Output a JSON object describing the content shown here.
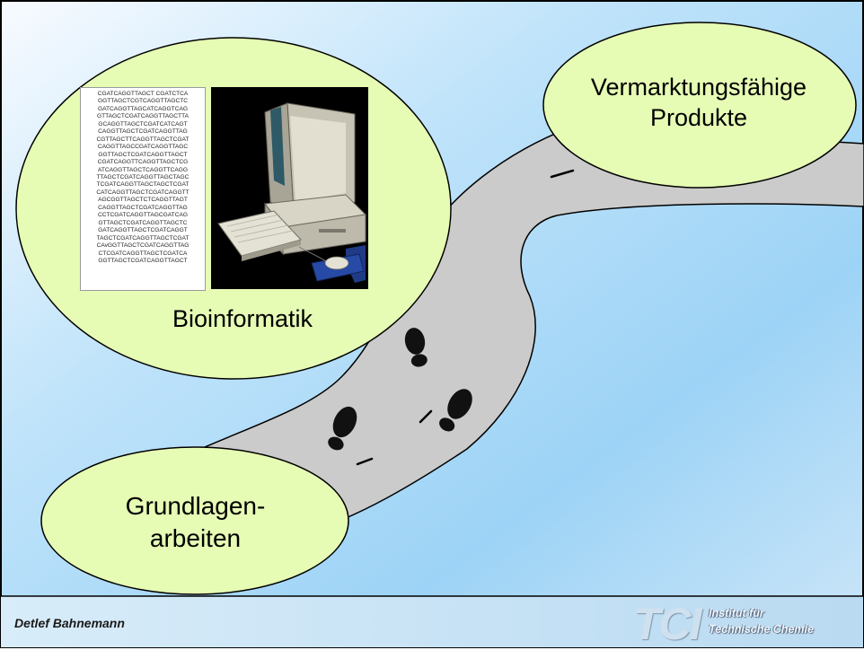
{
  "bubbles": {
    "bioinformatik": "Bioinformatik",
    "vermarktung_line1": "Vermarktungsfähige",
    "vermarktung_line2": "Produkte",
    "grundlagen_line1": "Grundlagen-",
    "grundlagen_line2": "arbeiten"
  },
  "dna_sequence_lines": [
    "CGATCAGGTTAGCT  CGATCTCA",
    "GGTTAGCTCGTCAGGTTAGCTC",
    "GATCAGGTTAGCATCAGGTCAG",
    "GTTAGCTCGATCAGGTTAGCTTA",
    "GCAGGTTAGCTCGATCATCAGT",
    "CAGGTTAGCTCGATCAGGTTAG",
    "CGTTAGCTTCAGGTTAGCTCGAT",
    "CAGGTTAGCCGATCAGGTTAGC",
    "GGTTAGCTCGATCAGGTTAGCT",
    "CGATCAGGTTCAGGTTAGCTCG",
    "ATCAGGTTAGCTCAGGTTCAGG",
    "TTAGCTCGATCAGGTTAGCTAGC",
    "TCGATCAGGTTAGCTAGCTCGAT",
    "CATCAGGTTAGCTCGATCAGGTT",
    "AGCGGTTAGCTCTCAGGTTAGT",
    "CAGGTTAGCTCGATCAGGTTAG",
    "CCTCGATCAGGTTAGCGATCAG",
    "GTTAGCTCGATCAGGTTAGCTC",
    "GATCAGGTTAGCTCGATCAGGT",
    "TAGCTCGATCAGGTTAGCTCGAT",
    "CAvGGTTAGCTCGATCAGGTTAG",
    "CTCGATCAGGTTAGCTCGATCA",
    "GGTTAGCTCGATCAGGTTAGCT"
  ],
  "footer": {
    "author": "Detlef Bahnemann",
    "logo_letters": "TCI",
    "logo_line1": "Institut für",
    "logo_line2": "Technische Chemie"
  },
  "colors": {
    "background_top": "#ffffff",
    "background_mid": "#b4dcf7",
    "background_bottom": "#c8e3f5",
    "bubble_fill": "#e6fbb4",
    "road_fill": "#cbcbcb",
    "border": "#000000"
  }
}
